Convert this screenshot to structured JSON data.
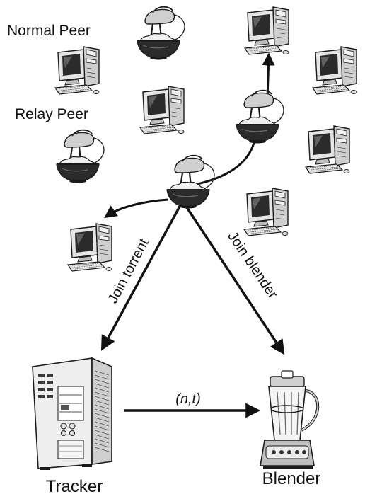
{
  "labels": {
    "normal_peer": "Normal Peer",
    "relay_peer": "Relay Peer",
    "join_torrent": "Join torrent",
    "join_blender": "Join blender",
    "message": "(n,t)",
    "tracker": "Tracker",
    "blender": "Blender"
  },
  "icons": {
    "computer": "computer-icon",
    "relay": "hand-mixer-icon",
    "tracker": "server-tower-icon",
    "blender": "blender-icon"
  },
  "colors": {
    "line": "#1a1a1a",
    "fill_light": "#e6e6e6",
    "fill_mid": "#b8b8b8",
    "fill_dark": "#262626"
  }
}
